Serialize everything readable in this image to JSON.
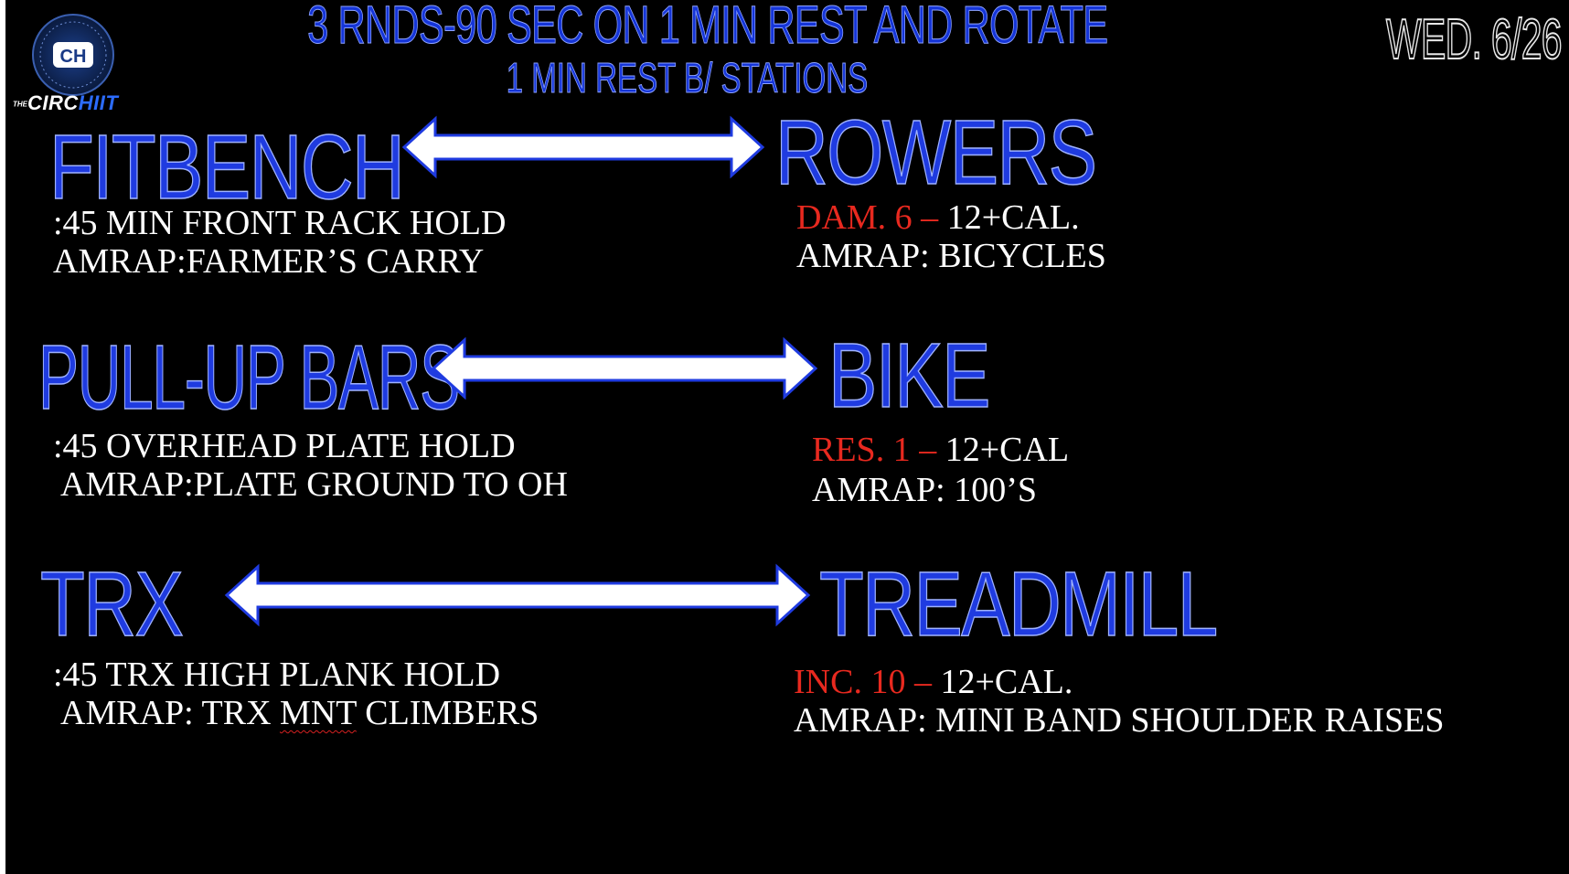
{
  "header": {
    "title": "3 RNDS-90 SEC ON 1 MIN REST AND ROTATE",
    "subtitle": "1 MIN REST B/ STATIONS",
    "date": "WED. 6/26"
  },
  "logo": {
    "monogram": "CH",
    "text_prefix": "THE",
    "text_main": "CIRC",
    "text_accent": "HIIT"
  },
  "pairs": [
    {
      "left": {
        "name": "FITBENCH",
        "line1": ":45 MIN FRONT RACK HOLD",
        "line2": "AMRAP:FARMER’S CARRY"
      },
      "right": {
        "name": "ROWERS",
        "setting": "DAM. 6 –",
        "line1_rest": " 12+CAL.",
        "line2": "AMRAP: BICYCLES"
      }
    },
    {
      "left": {
        "name": "PULL-UP BARS",
        "line1": ":45 OVERHEAD PLATE HOLD",
        "line2": "AMRAP:PLATE GROUND TO OH"
      },
      "right": {
        "name": "BIKE",
        "setting": "RES. 1 –",
        "line1_rest": " 12+CAL",
        "line2": "AMRAP: 100’S"
      }
    },
    {
      "left": {
        "name": "TRX",
        "line1": ":45 TRX HIGH PLANK HOLD",
        "line2_a": "AMRAP: TRX ",
        "line2_b": "MNT",
        "line2_c": " CLIMBERS"
      },
      "right": {
        "name": "TREADMILL",
        "setting": "INC. 10 –",
        "line1_rest": " 12+CAL.",
        "line2": "AMRAP: MINI BAND SHOULDER RAISES"
      }
    }
  ],
  "colors": {
    "background": "#000000",
    "station_blue": "#1f3be0",
    "detail_white": "#ffffff",
    "setting_red": "#e8291f"
  }
}
